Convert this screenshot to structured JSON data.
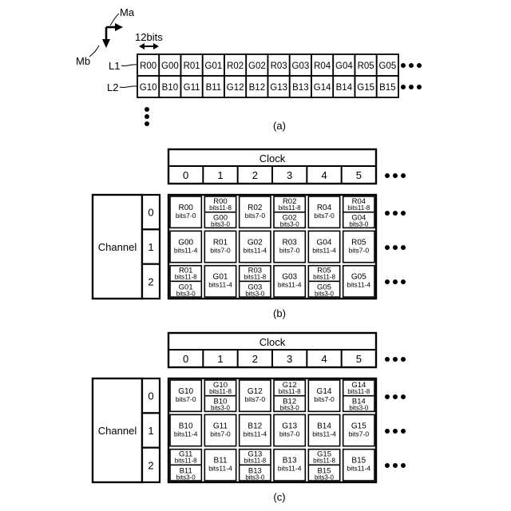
{
  "figure_a": {
    "arrow_main_label": "Ma",
    "arrow_sub_label": "Mb",
    "width_label": "12bits",
    "line1_label": "L1",
    "line2_label": "L2",
    "row1": [
      "R00",
      "G00",
      "R01",
      "G01",
      "R02",
      "G02",
      "R03",
      "G03",
      "R04",
      "G04",
      "R05",
      "G05"
    ],
    "row2": [
      "G10",
      "B10",
      "G11",
      "B11",
      "G12",
      "B12",
      "G13",
      "B13",
      "G14",
      "B14",
      "G15",
      "B15"
    ],
    "caption": "(a)"
  },
  "figure_b": {
    "clock_title": "Clock",
    "clock_numbers": [
      "0",
      "1",
      "2",
      "3",
      "4",
      "5"
    ],
    "channel_title": "Channel",
    "channel_numbers": [
      "0",
      "1",
      "2"
    ],
    "cells": [
      [
        {
          "type": "single",
          "name": "R00",
          "bits": "bits7-0"
        },
        {
          "type": "split",
          "top": {
            "name": "R00",
            "bits": "bits11-8"
          },
          "bottom": {
            "name": "G00",
            "bits": "bits3-0"
          }
        },
        {
          "type": "single",
          "name": "R02",
          "bits": "bits7-0"
        },
        {
          "type": "split",
          "top": {
            "name": "R02",
            "bits": "bits11-8"
          },
          "bottom": {
            "name": "G02",
            "bits": "bits3-0"
          }
        },
        {
          "type": "single",
          "name": "R04",
          "bits": "bits7-0"
        },
        {
          "type": "split",
          "top": {
            "name": "R04",
            "bits": "bits11-8"
          },
          "bottom": {
            "name": "G04",
            "bits": "bits3-0"
          }
        }
      ],
      [
        {
          "type": "single",
          "name": "G00",
          "bits": "bits11-4"
        },
        {
          "type": "single",
          "name": "R01",
          "bits": "bits7-0"
        },
        {
          "type": "single",
          "name": "G02",
          "bits": "bits11-4"
        },
        {
          "type": "single",
          "name": "R03",
          "bits": "bits7-0"
        },
        {
          "type": "single",
          "name": "G04",
          "bits": "bits11-4"
        },
        {
          "type": "single",
          "name": "R05",
          "bits": "bits7-0"
        }
      ],
      [
        {
          "type": "split",
          "top": {
            "name": "R01",
            "bits": "bits11-8"
          },
          "bottom": {
            "name": "G01",
            "bits": "bits3-0"
          }
        },
        {
          "type": "single",
          "name": "G01",
          "bits": "bits11-4"
        },
        {
          "type": "split",
          "top": {
            "name": "R03",
            "bits": "bits11-8"
          },
          "bottom": {
            "name": "G03",
            "bits": "bits3-0"
          }
        },
        {
          "type": "single",
          "name": "G03",
          "bits": "bits11-4"
        },
        {
          "type": "split",
          "top": {
            "name": "R05",
            "bits": "bits11-8"
          },
          "bottom": {
            "name": "G05",
            "bits": "bits3-0"
          }
        },
        {
          "type": "single",
          "name": "G05",
          "bits": "bits11-4"
        }
      ]
    ],
    "caption": "(b)"
  },
  "figure_c": {
    "clock_title": "Clock",
    "clock_numbers": [
      "0",
      "1",
      "2",
      "3",
      "4",
      "5"
    ],
    "channel_title": "Channel",
    "channel_numbers": [
      "0",
      "1",
      "2"
    ],
    "cells": [
      [
        {
          "type": "single",
          "name": "G10",
          "bits": "bits7-0"
        },
        {
          "type": "split",
          "top": {
            "name": "G10",
            "bits": "bits11-8"
          },
          "bottom": {
            "name": "B10",
            "bits": "bits3-0"
          }
        },
        {
          "type": "single",
          "name": "G12",
          "bits": "bits7-0"
        },
        {
          "type": "split",
          "top": {
            "name": "G12",
            "bits": "bits11-8"
          },
          "bottom": {
            "name": "B12",
            "bits": "bits3-0"
          }
        },
        {
          "type": "single",
          "name": "G14",
          "bits": "bits7-0"
        },
        {
          "type": "split",
          "top": {
            "name": "G14",
            "bits": "bits11-8"
          },
          "bottom": {
            "name": "B14",
            "bits": "bits3-0"
          }
        }
      ],
      [
        {
          "type": "single",
          "name": "B10",
          "bits": "bits11-4"
        },
        {
          "type": "single",
          "name": "G11",
          "bits": "bits7-0"
        },
        {
          "type": "single",
          "name": "B12",
          "bits": "bits11-4"
        },
        {
          "type": "single",
          "name": "G13",
          "bits": "bits7-0"
        },
        {
          "type": "single",
          "name": "B14",
          "bits": "bits11-4"
        },
        {
          "type": "single",
          "name": "G15",
          "bits": "bits7-0"
        }
      ],
      [
        {
          "type": "split",
          "top": {
            "name": "G11",
            "bits": "bits11-8"
          },
          "bottom": {
            "name": "B11",
            "bits": "bits3-0"
          }
        },
        {
          "type": "single",
          "name": "B11",
          "bits": "bits11-4"
        },
        {
          "type": "split",
          "top": {
            "name": "G13",
            "bits": "bits11-8"
          },
          "bottom": {
            "name": "B13",
            "bits": "bits3-0"
          }
        },
        {
          "type": "single",
          "name": "B13",
          "bits": "bits11-4"
        },
        {
          "type": "split",
          "top": {
            "name": "G15",
            "bits": "bits11-8"
          },
          "bottom": {
            "name": "B15",
            "bits": "bits3-0"
          }
        },
        {
          "type": "single",
          "name": "B15",
          "bits": "bits11-4"
        }
      ]
    ],
    "caption": "(c)"
  }
}
